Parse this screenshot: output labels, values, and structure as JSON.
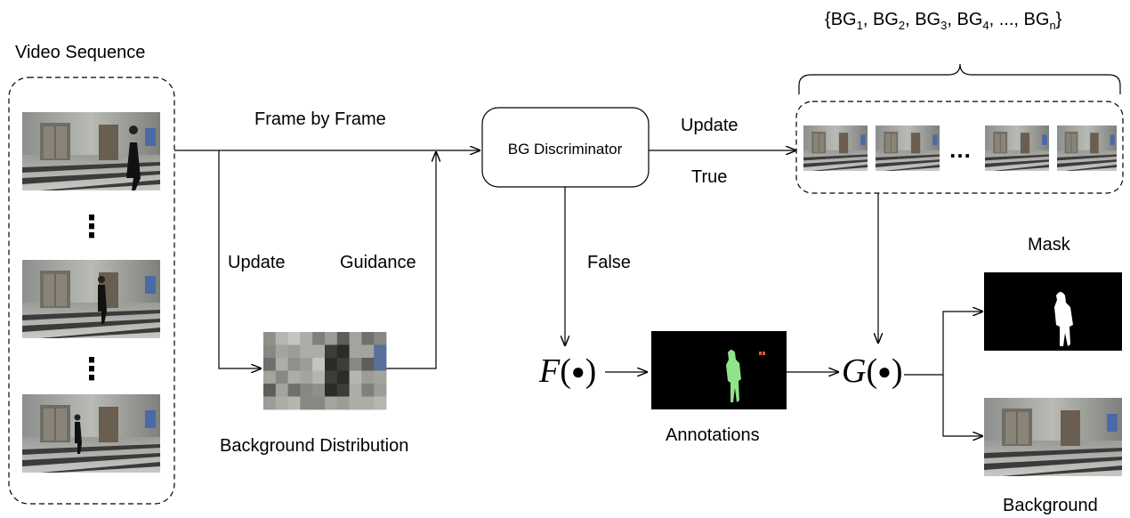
{
  "labels": {
    "video_sequence": "Video Sequence",
    "frame_by_frame": "Frame by Frame",
    "update_left": "Update",
    "guidance": "Guidance",
    "background_distribution": "Background Distribution",
    "bg_discriminator": "BG Discriminator",
    "update_right": "Update",
    "true_label": "True",
    "false_label": "False",
    "annotations": "Annotations",
    "mask": "Mask",
    "background": "Background",
    "ellipsis": "…",
    "vdots": "⋮"
  },
  "bg_set": {
    "open": "{",
    "close": "}",
    "items": [
      {
        "base": "BG",
        "sub": "1",
        "sep": ", "
      },
      {
        "base": "BG",
        "sub": "2",
        "sep": ", "
      },
      {
        "base": "BG",
        "sub": "3",
        "sep": ", "
      },
      {
        "base": "BG",
        "sub": "4",
        "sep": ", ..., "
      },
      {
        "base": "BG",
        "sub": "n",
        "sep": ""
      }
    ]
  },
  "functions": {
    "f": {
      "name": "F",
      "arg": "●"
    },
    "g": {
      "name": "G",
      "arg": "●"
    }
  },
  "colors": {
    "line": "#000000",
    "annotation_figure": "#8fe388",
    "mask_figure": "#ffffff",
    "panel_dark": "#000000"
  }
}
